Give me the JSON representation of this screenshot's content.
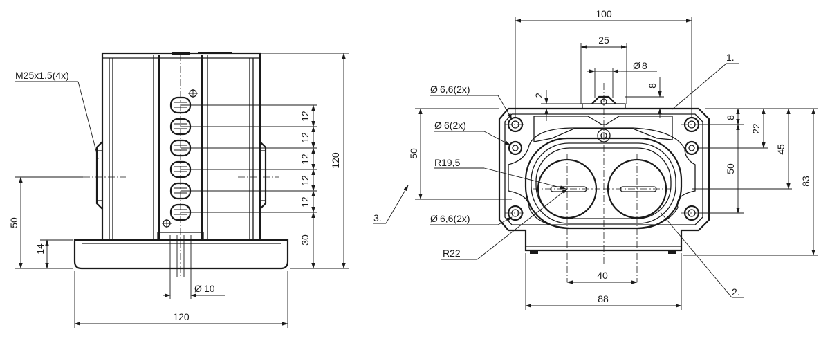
{
  "left_view": {
    "thread_label": "M25x1.5(4x)",
    "dim_width": "120",
    "dim_height": "120",
    "dim_axis": "50",
    "dim_base": "14",
    "dim_pitch": [
      "12",
      "12",
      "12",
      "12",
      "12"
    ],
    "dim_bottom": "30",
    "dim_pin_prefix": "Ø",
    "dim_pin": "10"
  },
  "right_view": {
    "dim_top": "100",
    "dim_slot": "25",
    "dim_shaft_prefix": "Ø",
    "dim_shaft": "8",
    "dim_shaft_height": "8",
    "dim_lip": "2",
    "callout_1": "1.",
    "callout_2": "2.",
    "callout_3": "3.",
    "hole_top_prefix": "Ø",
    "hole_top": "6,6(2x)",
    "hole_mid_prefix": "Ø",
    "hole_mid": "6(2x)",
    "hole_bottom_prefix": "Ø",
    "hole_bottom": "6,6(2x)",
    "radius_inner": "R19,5",
    "radius_outer": "R22",
    "dim_left_50": "50",
    "dim_right_8": "8",
    "dim_right_22": "22",
    "dim_right_45": "45",
    "dim_right_50": "50",
    "dim_right_83": "83",
    "dim_bore_spacing": "40",
    "dim_base_width": "88"
  }
}
